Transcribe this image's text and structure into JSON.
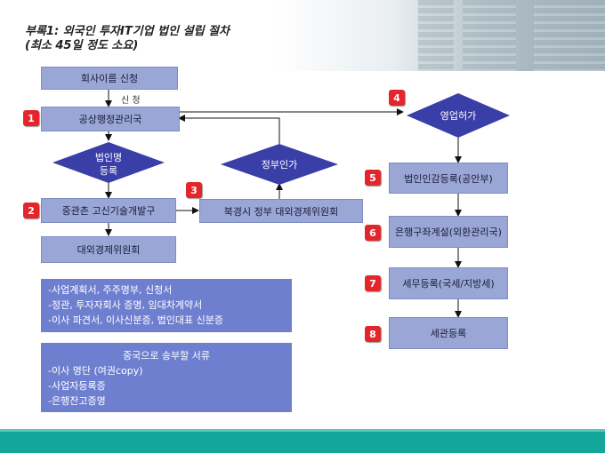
{
  "title": {
    "line1": "부록1: 외국인 투자IT기업 법인 설립 절차",
    "line2": "(최소 45일 정도 소요)"
  },
  "steps": {
    "company_name": "회사이름 신청",
    "apply_note": "신 청",
    "admin_bureau": "공상행정관리국",
    "zgc": "중관촌 고신기술개발구",
    "foreign_econ": "대외경제위원회",
    "beijing_commission": "북경시 정부 대외경제위원회",
    "corp_seal": "법인인감등록(공안부)",
    "bank_account": "은행구좌계설(외환관리국)",
    "tax_reg": "세무등록(국세/지방세)",
    "customs_reg": "세관등록"
  },
  "diamonds": {
    "corp_name_line1": "법인명",
    "corp_name_line2": "등록",
    "gov_approval": "정부인가",
    "business_license": "영업허가"
  },
  "badges": [
    "1",
    "2",
    "3",
    "4",
    "5",
    "6",
    "7",
    "8"
  ],
  "docs_box": [
    "-사업계획서, 주주명부, 신청서",
    "-정관, 투자자회사 증명, 임대차계약서",
    "-이사 파견서, 이사신분증, 법인대표 신분증"
  ],
  "china_docs": {
    "title": "중국으로 송부할 서류",
    "items": [
      "-이사 명단 (여권copy)",
      "-사업자등록증",
      "-은행잔고증명"
    ]
  },
  "colors": {
    "box": "#9aa7d6",
    "diamond": "#3a3fa8",
    "badge": "#e2262b",
    "info_box": "#6f7fd0",
    "footer": "#13a79c"
  }
}
